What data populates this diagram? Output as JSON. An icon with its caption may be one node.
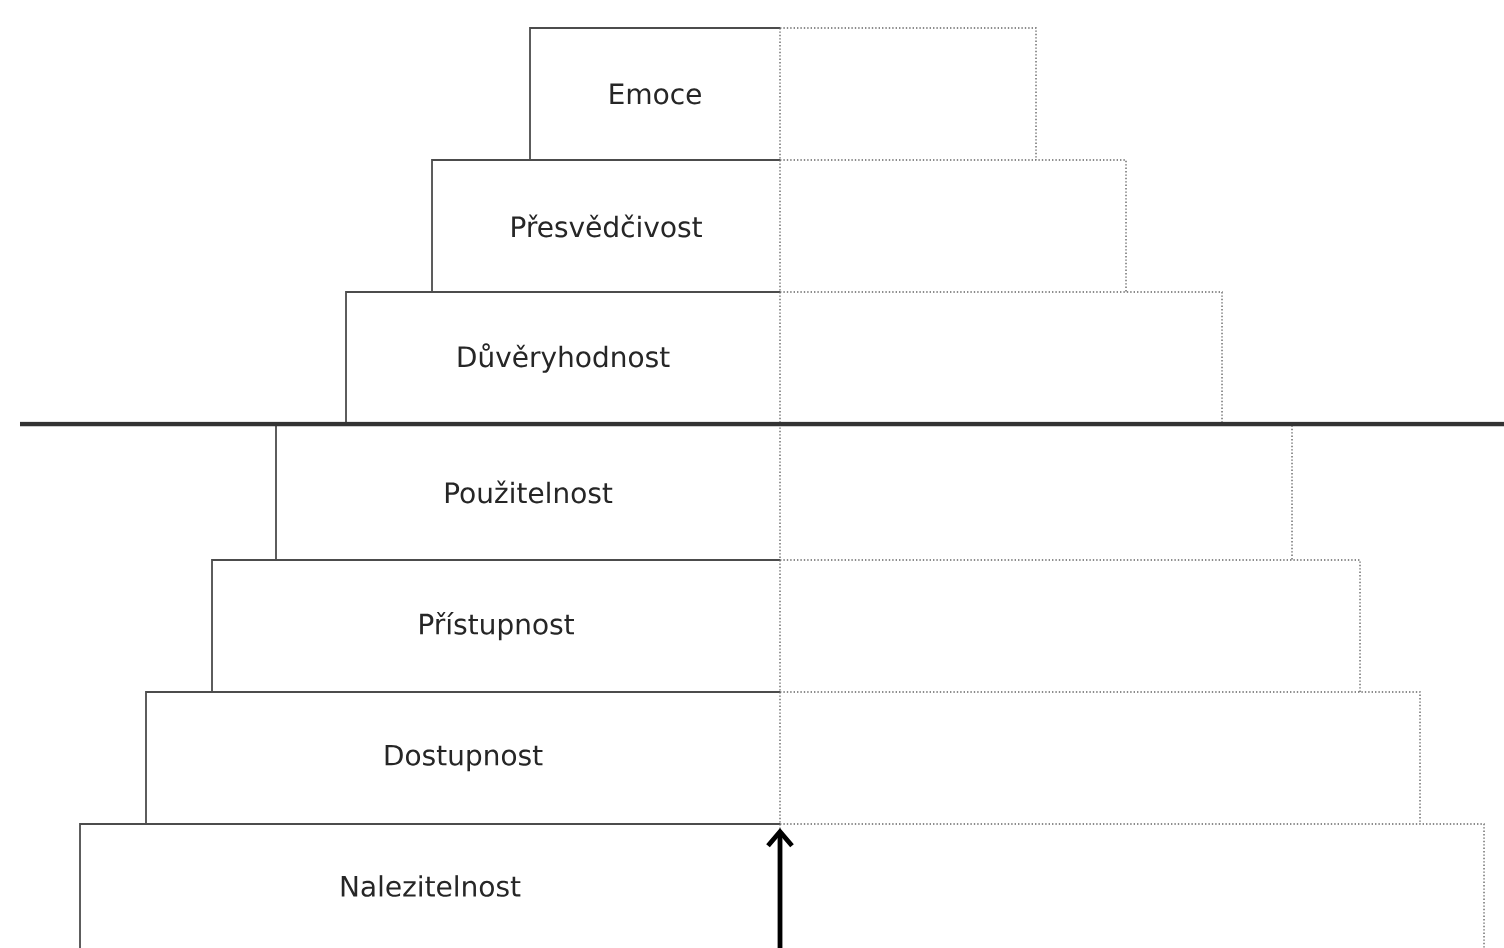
{
  "diagram": {
    "nodes": [
      {
        "text": [
          "Emoce"
        ]
      },
      {
        "text": [
          "Přesvědčivost"
        ]
      },
      {
        "text": [
          "Důvěryhodnost"
        ]
      },
      {
        "text": [
          "Použitelnost"
        ]
      },
      {
        "text": [
          "Přístupnost"
        ]
      },
      {
        "text": [
          "Dostupnost"
        ]
      },
      {
        "text": [
          "Nalezitelnost"
        ]
      }
    ]
  }
}
